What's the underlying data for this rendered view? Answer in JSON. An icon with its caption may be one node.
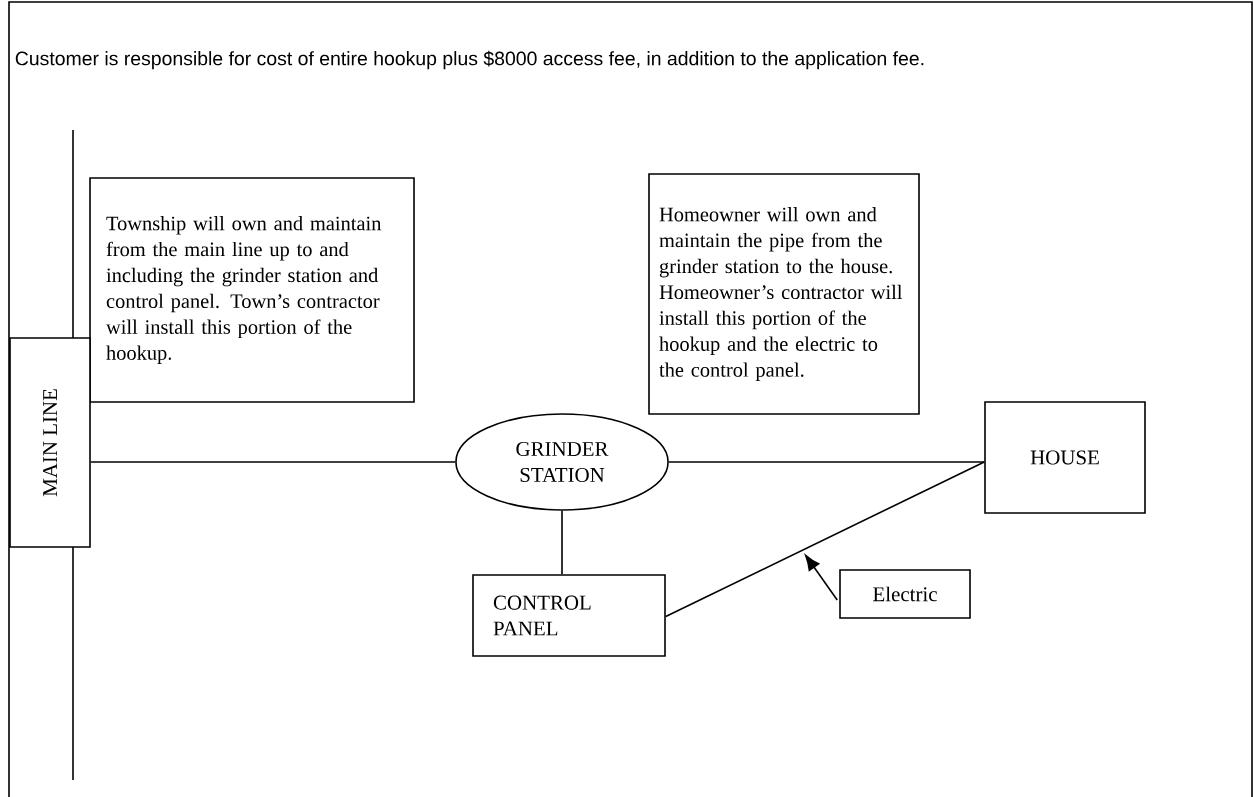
{
  "diagram": {
    "nodes": [
      {
        "text": [
          "Township will own and maintain from the main line up to and including the grinder station and control panel. Town’s contractor will install this portion of the hookup."
        ]
      },
      {
        "text": [
          "Homeowner will own and maintain the pipe from the grinder station to the house. Homeowner’s contractor will install this portion of the hookup and the electric to the control panel."
        ]
      },
      {
        "text": [
          "MAIN LINE"
        ]
      },
      {
        "text": [
          "GRINDER STATION"
        ]
      },
      {
        "text": [
          "CONTROL PANEL"
        ]
      },
      {
        "text": [
          "HOUSE"
        ]
      },
      {
        "text": [
          "Electric"
        ]
      }
    ],
    "edges": [
      {
        "from": 2,
        "to": 3,
        "arrow": "none"
      },
      {
        "from": 3,
        "to": 5,
        "arrow": "none"
      },
      {
        "from": 3,
        "to": 4,
        "arrow": "none"
      },
      {
        "from": 4,
        "to": 5,
        "arrow": "none"
      },
      {
        "from": 6,
        "to": null,
        "arrow": "to"
      }
    ],
    "labels": [
      "Customer is responsible for cost of entire hookup plus $8000 access fee, in addition to the application fee."
    ]
  }
}
